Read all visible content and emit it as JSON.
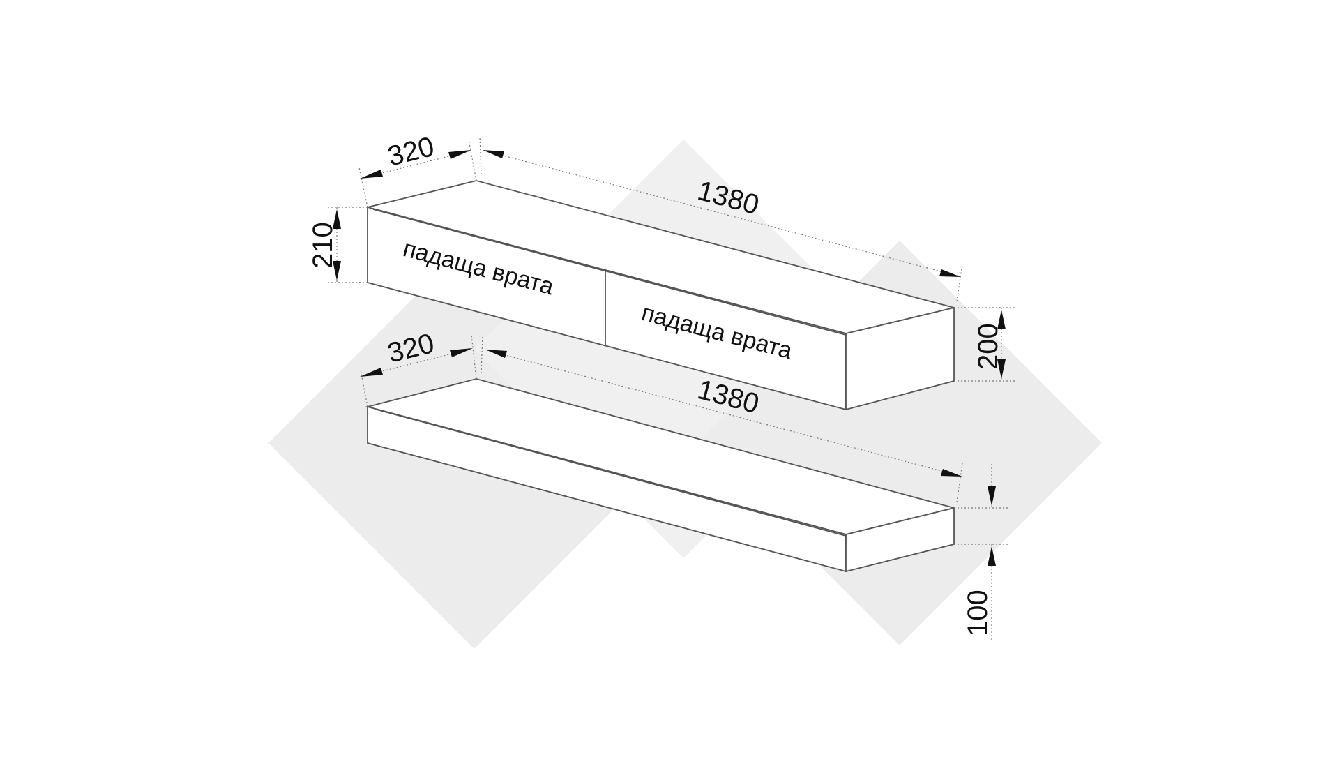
{
  "colors": {
    "background": "#ffffff",
    "watermark": "#ebebeb",
    "lines": "#555555",
    "text": "#111111"
  },
  "upper_cabinet": {
    "depth": "320",
    "width": "1380",
    "height_left": "210",
    "height_right": "200",
    "door_left_label": "падаща врата",
    "door_right_label": "падаща врата"
  },
  "lower_shelf": {
    "depth": "320",
    "width": "1380",
    "height": "100"
  }
}
